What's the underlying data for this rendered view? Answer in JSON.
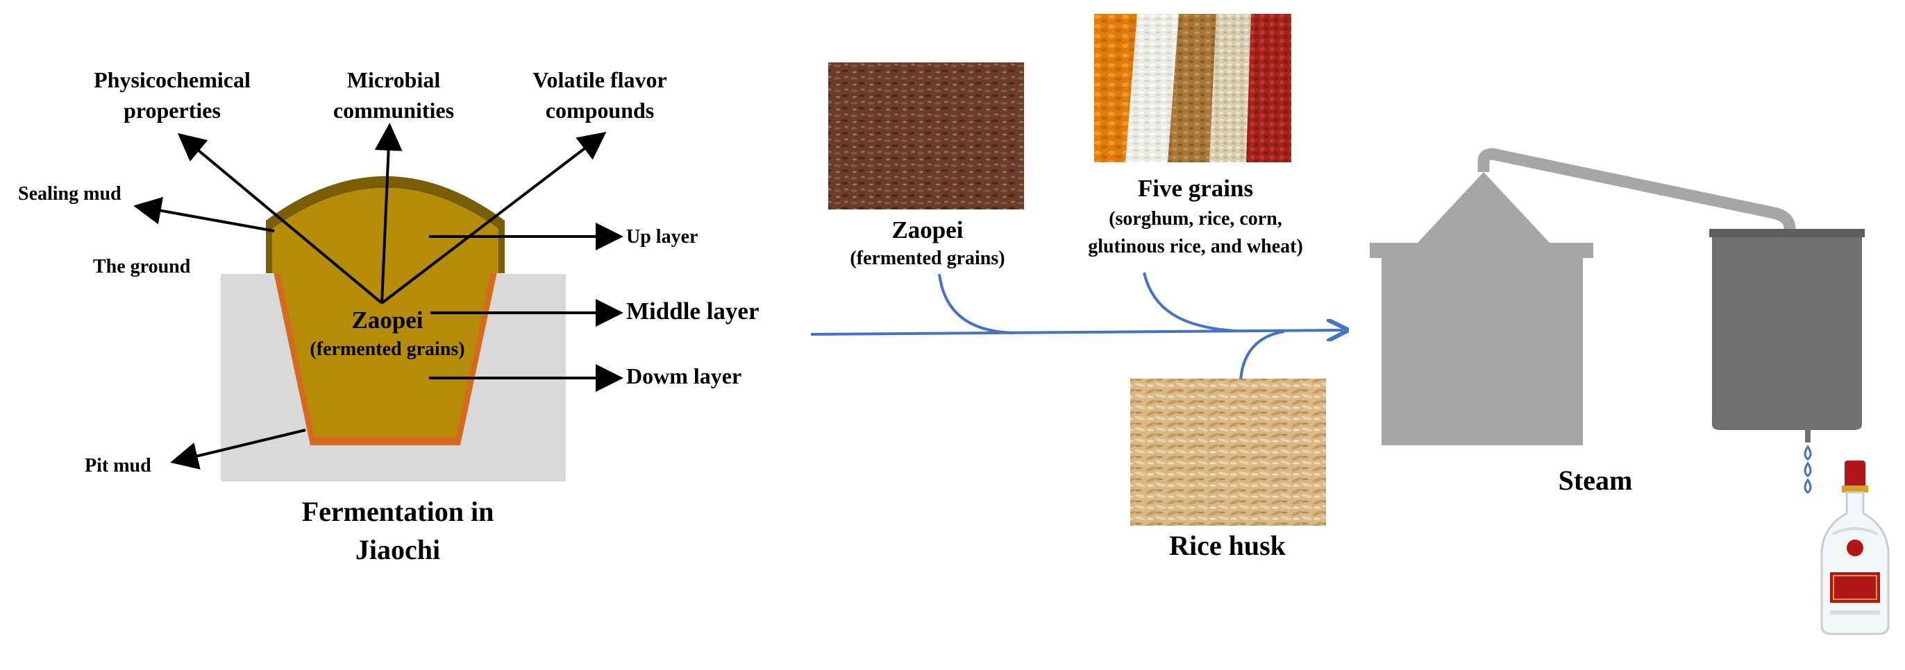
{
  "pit": {
    "labels": {
      "physicochemical_1": "Physicochemical",
      "physicochemical_2": "properties",
      "microbial_1": "Microbial",
      "microbial_2": "communities",
      "volatile_1": "Volatile flavor",
      "volatile_2": "compounds",
      "sealing_mud": "Sealing mud",
      "the_ground": "The ground",
      "up_layer": "Up layer",
      "middle_layer": "Middle layer",
      "down_layer": "Dowm layer",
      "pit_mud": "Pit mud",
      "zaopei": "Zaopei",
      "zaopei_sub": "(fermented grains)"
    },
    "caption_1": "Fermentation in",
    "caption_2": "Jiaochi",
    "colors": {
      "ground": "#d9d9d9",
      "pit_mud": "#d46a1c",
      "zaopei": "#b58c08",
      "sealing_mud": "#7a5e06"
    }
  },
  "materials": {
    "zaopei_title": "Zaopei",
    "zaopei_sub": "(fermented grains)",
    "grains_title": "Five grains",
    "grains_sub_1": "(sorghum, rice, corn,",
    "grains_sub_2": "glutinous rice, and wheat)",
    "husk_title": "Rice husk",
    "flow_color": "#4472c4"
  },
  "still": {
    "steam_label": "Steam",
    "pot_color": "#a6a6a6",
    "condenser_color": "#707070"
  }
}
